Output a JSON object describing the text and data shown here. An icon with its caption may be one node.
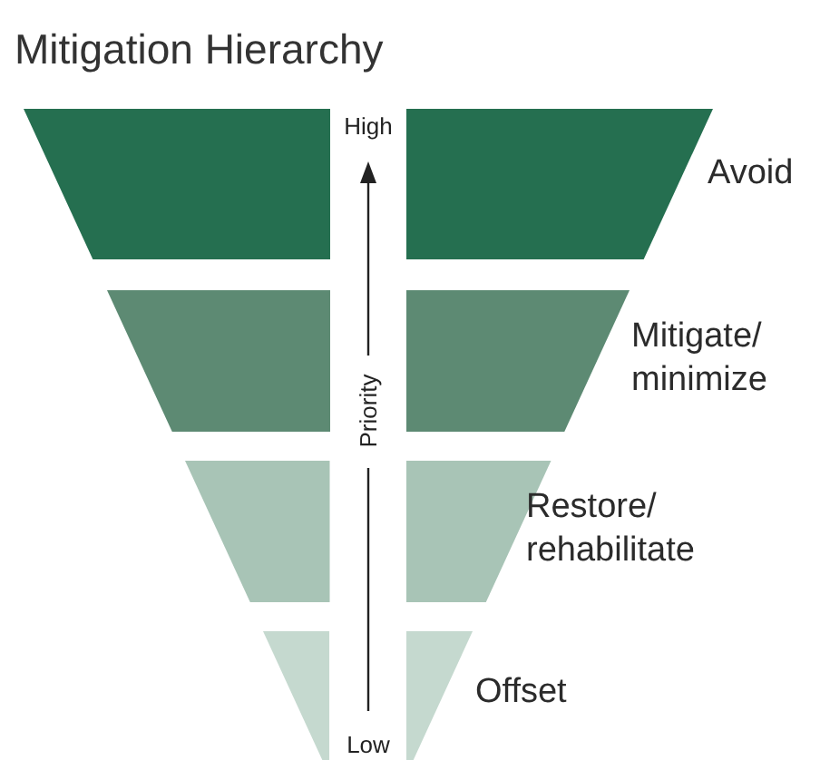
{
  "diagram": {
    "title": "Mitigation Hierarchy",
    "nodes": [
      {
        "text": [],
        "shape": "trapezoid"
      },
      {
        "text": [],
        "shape": "trapezoid",
        "beside": [
          "Avoid"
        ]
      },
      {
        "text": [],
        "shape": "trapezoid"
      },
      {
        "text": [],
        "shape": "trapezoid",
        "beside": [
          "Mitigate/ minimize"
        ]
      },
      {
        "text": [],
        "shape": "trapezoid"
      },
      {
        "text": [],
        "shape": "trapezoid",
        "beside": [
          "Restore/ rehabilitate"
        ]
      },
      {
        "text": [],
        "shape": "trapezoid"
      },
      {
        "text": [],
        "shape": "trapezoid",
        "beside": [
          "Offset"
        ]
      }
    ],
    "labels": [
      "High",
      "Priority",
      "Low"
    ]
  }
}
